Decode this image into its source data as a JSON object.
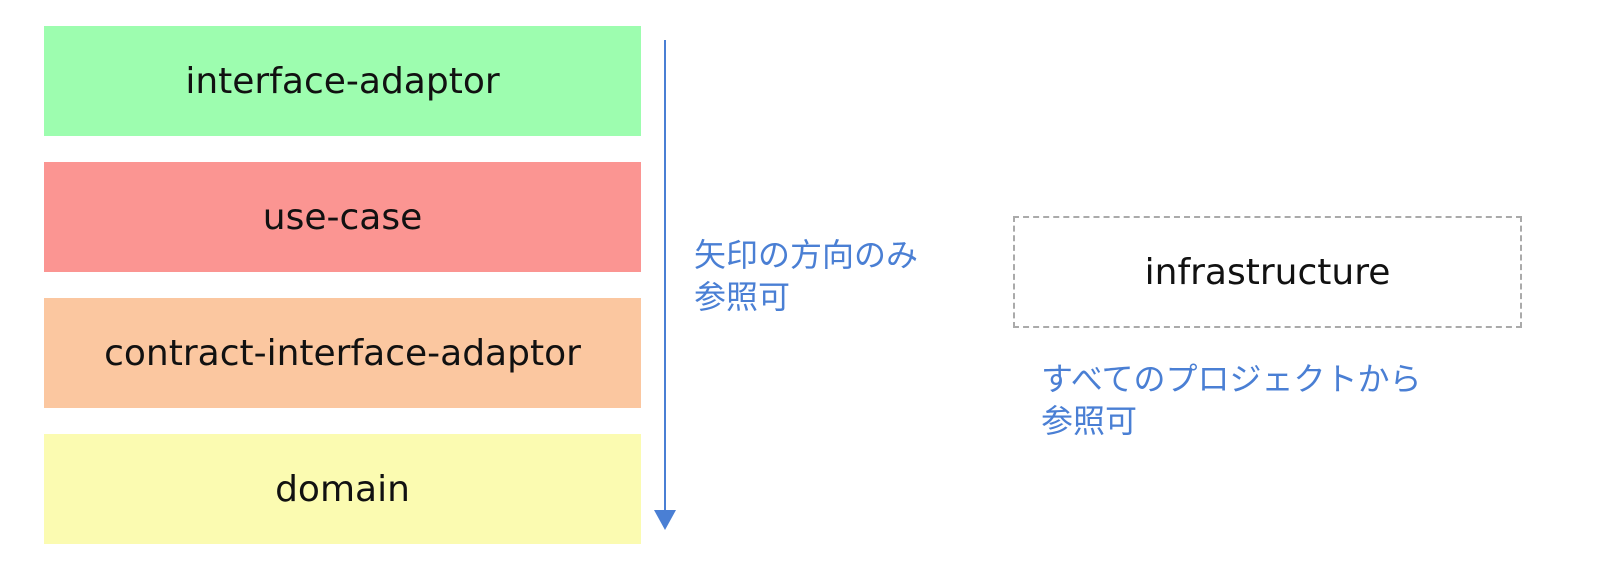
{
  "layers": [
    {
      "label": "interface-adaptor",
      "color": "#9dfdaf"
    },
    {
      "label": "use-case",
      "color": "#fb9592"
    },
    {
      "label": "contract-interface-adaptor",
      "color": "#fbc7a0"
    },
    {
      "label": "domain",
      "color": "#fbfbb1"
    }
  ],
  "arrow": {
    "color": "#4a7fd4",
    "note": "矢印の方向のみ\n参照可"
  },
  "infrastructure": {
    "label": "infrastructure",
    "border_color": "#aaaaaa",
    "note": "すべてのプロジェクトから\n参照可"
  }
}
